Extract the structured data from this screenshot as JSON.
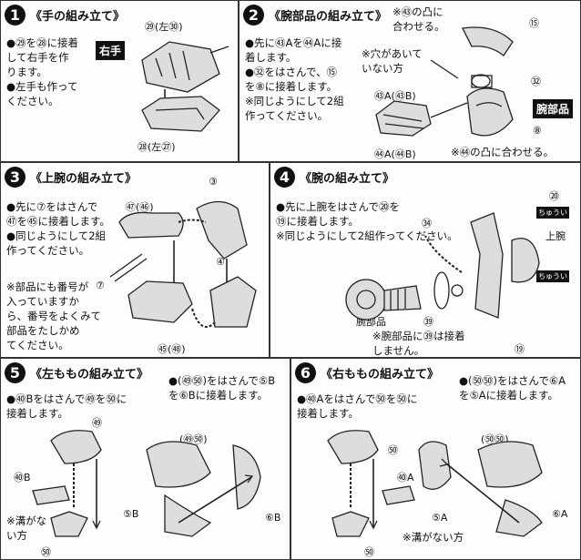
{
  "steps": [
    {
      "num": "1",
      "title": "《手の組み立て》",
      "lines": [
        "●㉙を㉘に接着",
        "して右手を作",
        "ります。",
        "●左手も作って",
        "ください。"
      ],
      "badge": "右手",
      "labels": [
        "㉙(左㉚)",
        "㉘(左㉗)"
      ]
    },
    {
      "num": "2",
      "title": "《腕部品の組み立て》",
      "lines": [
        "●先に㊸Aを㊹Aに接",
        "着します。",
        "●㉜をはさんで、⑮",
        "を⑧に接着します。",
        "※同じようにして2組",
        "作ってください。"
      ],
      "note_top": [
        "※㊸の凸に",
        "合わせる。"
      ],
      "note_hole": [
        "※穴があいて",
        "いない方"
      ],
      "badge": "腕部品",
      "labels": [
        "⑮",
        "㉜",
        "㊸A(㊸B)",
        "⑧",
        "㊹A(㊹B)"
      ],
      "note_bottom": "※㊹の凸に合わせる。"
    },
    {
      "num": "3",
      "title": "《上腕の組み立て》",
      "lines": [
        "●先に⑦をはさんで",
        "㊼を㊺に接着します。",
        "●同じようにして2組",
        "作ってください。"
      ],
      "note": [
        "※部品にも番号が",
        "入っていますか",
        "ら、番号をよくみて",
        "部品をたしかめ",
        "てください。"
      ],
      "labels": [
        "㊼(㊻)",
        "③",
        "⑦",
        "④",
        "㊺(㊽)"
      ]
    },
    {
      "num": "4",
      "title": "《腕の組み立て》",
      "lines": [
        "●先に上腕をはさんで⑳を",
        "⑲に接着します。",
        "※同じようにして2組作ってください。"
      ],
      "labels": [
        "⑳",
        "㉞",
        "上腕",
        "腕部品",
        "㊴",
        "⑲"
      ],
      "note_bottom": [
        "※腕部品に㊴は接着",
        "しません。"
      ],
      "tags": [
        "ちゅうい",
        "ちゅうい"
      ]
    },
    {
      "num": "5",
      "title": "《左ももの組み立て》",
      "lines": [
        "●㊵Bをはさんで㊾を㊿に",
        "接着します。"
      ],
      "lines_right": [
        "●(㊾㊿)をはさんで⑤B",
        "を⑥Bに接着します。"
      ],
      "labels": [
        "㊾",
        "㊵B",
        "(㊾㊿)",
        "⑤B",
        "⑥B",
        "㊿"
      ],
      "note": [
        "※溝がな",
        "い方"
      ]
    },
    {
      "num": "6",
      "title": "《右ももの組み立て》",
      "lines": [
        "●㊵Aをはさんで㊿を㊿に",
        "接着します。"
      ],
      "lines_right": [
        "●(㊿㊿)をはさんで⑥A",
        "を⑤Aに接着します。"
      ],
      "labels": [
        "㊿",
        "㊵A",
        "(㊿㊿)",
        "⑤A",
        "⑥A",
        "㊿"
      ],
      "note": "※溝がない方"
    }
  ]
}
